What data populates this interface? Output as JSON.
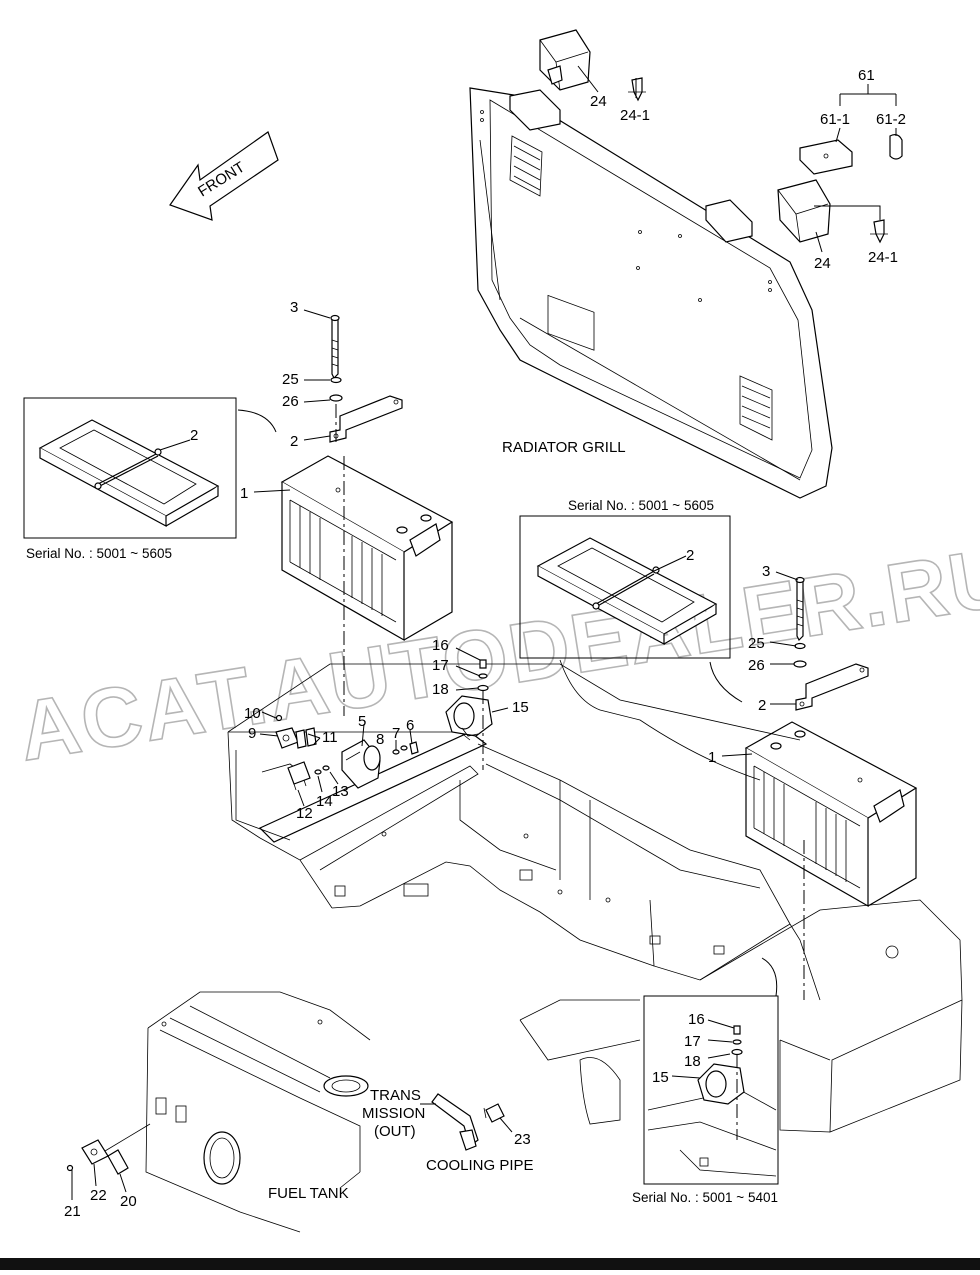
{
  "callouts": {
    "n1a": "1",
    "n2a": "2",
    "n2box1": "2",
    "n3a": "3",
    "n25a": "25",
    "n26a": "26",
    "n1b": "1",
    "n2b": "2",
    "n2box2": "2",
    "n3b": "3",
    "n25b": "25",
    "n26b": "26",
    "n5": "5",
    "n6": "6",
    "n7": "7",
    "n8": "8",
    "n9": "9",
    "n10": "10",
    "n11": "11",
    "n12": "12",
    "n13": "13",
    "n14": "14",
    "n15a": "15",
    "n16a": "16",
    "n17a": "17",
    "n18a": "18",
    "n15b": "15",
    "n16b": "16",
    "n17b": "17",
    "n18b": "18",
    "n20": "20",
    "n21": "21",
    "n22": "22",
    "n23": "23",
    "n24a": "24",
    "n24_1a": "24-1",
    "n24b": "24",
    "n24_1b": "24-1",
    "n61": "61",
    "n61_1": "61-1",
    "n61_2": "61-2"
  },
  "labels": {
    "front": "FRONT",
    "radiator_grill": "RADIATOR GRILL",
    "fuel_tank": "FUEL TANK",
    "cooling_pipe": "COOLING PIPE",
    "trans_1": "TRANS",
    "trans_2": "MISSION",
    "trans_3": "(OUT)"
  },
  "serials": {
    "left_box": "Serial No. : 5001 ~ 5605",
    "mid_box": "Serial No. : 5001 ~ 5605",
    "bottom_box": "Serial No. : 5001 ~ 5401"
  },
  "watermark": "ACAT.AUTODEALER.RU"
}
